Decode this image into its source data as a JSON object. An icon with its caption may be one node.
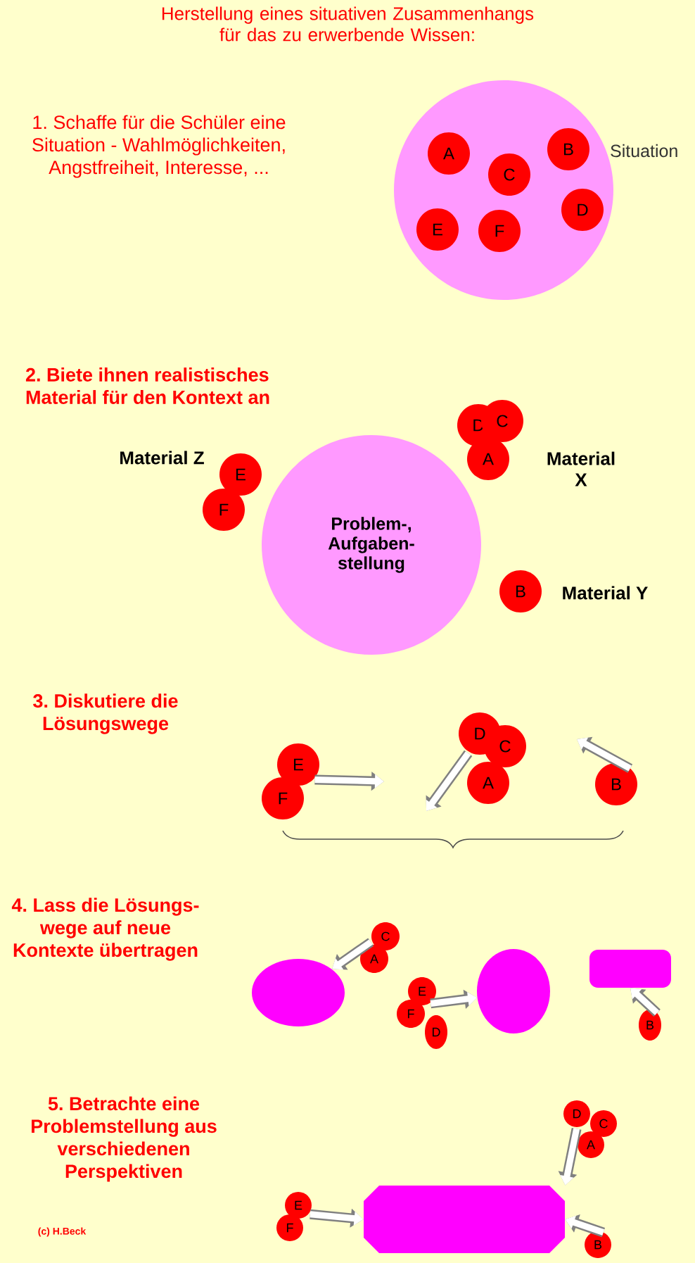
{
  "diagram": {
    "title": "Herstellung eines situativen Zusammenhangs für das zu erwerbende Wissen:",
    "nodes": [
      {
        "text": [],
        "shape": "circle",
        "beside": [
          "Situation"
        ]
      },
      {
        "text": [
          "A"
        ],
        "in": 0
      },
      {
        "text": [
          "B"
        ],
        "in": 0
      },
      {
        "text": [
          "C"
        ],
        "in": 0
      },
      {
        "text": [
          "D"
        ],
        "in": 0
      },
      {
        "text": [
          "E"
        ],
        "in": 0
      },
      {
        "text": [
          "F"
        ],
        "in": 0
      },
      {
        "text": [
          "Problem-, Aufgaben- stellung"
        ]
      },
      {
        "text": [
          "D"
        ]
      },
      {
        "text": [
          "C"
        ]
      },
      {
        "text": [
          "A"
        ]
      },
      {
        "text": [
          "E"
        ]
      },
      {
        "text": [
          "F"
        ]
      },
      {
        "text": [
          "B"
        ]
      },
      {
        "text": [
          "E"
        ]
      },
      {
        "text": [
          "F"
        ]
      },
      {
        "text": [
          "D"
        ]
      },
      {
        "text": [
          "C"
        ]
      },
      {
        "text": [
          "A"
        ]
      },
      {
        "text": [
          "B"
        ]
      },
      {
        "text": [
          "C"
        ]
      },
      {
        "text": [
          "A"
        ]
      },
      {
        "text": [],
        "shape": "ellipse"
      },
      {
        "text": [
          "E"
        ]
      },
      {
        "text": [
          "F"
        ]
      },
      {
        "text": [
          "D"
        ]
      },
      {
        "text": [],
        "shape": "ellipse"
      },
      {
        "text": [],
        "shape": "box"
      },
      {
        "text": [
          "B"
        ]
      },
      {
        "text": [
          "D"
        ]
      },
      {
        "text": [
          "C"
        ]
      },
      {
        "text": [
          "A"
        ]
      },
      {
        "text": [
          "E"
        ]
      },
      {
        "text": [],
        "shape": "octagon"
      },
      {
        "text": [
          "F"
        ]
      },
      {
        "text": [
          "B"
        ]
      }
    ],
    "edges": [
      {
        "from": 14,
        "to": null,
        "arrow": "to"
      },
      {
        "from": 16,
        "to": null,
        "arrow": "to"
      },
      {
        "from": 19,
        "to": null,
        "arrow": "to"
      },
      {
        "from": 20,
        "to": 22,
        "arrow": "to"
      },
      {
        "from": 23,
        "to": 26,
        "arrow": "to"
      },
      {
        "from": 28,
        "to": 27,
        "arrow": "to"
      },
      {
        "from": 29,
        "to": 33,
        "arrow": "to"
      },
      {
        "from": 32,
        "to": 33,
        "arrow": "to"
      },
      {
        "from": 35,
        "to": 33,
        "arrow": "to"
      }
    ],
    "labels": [
      "1. Schaffe für die Schüler eine Situation - Wahlmöglichkeiten, Angstfreiheit, Interesse, ...",
      "2. Biete ihnen realistisches Material für den Kontext an",
      "Material Z",
      "Material X",
      "Material Y",
      "3. Diskutiere die Lösungswege",
      "4. Lass die Lösungs- wege auf neue Kontexte übertragen",
      "5. Betrachte eine Problemstellung aus verschiedenen Perspektiven",
      "(c) H.Beck"
    ]
  }
}
